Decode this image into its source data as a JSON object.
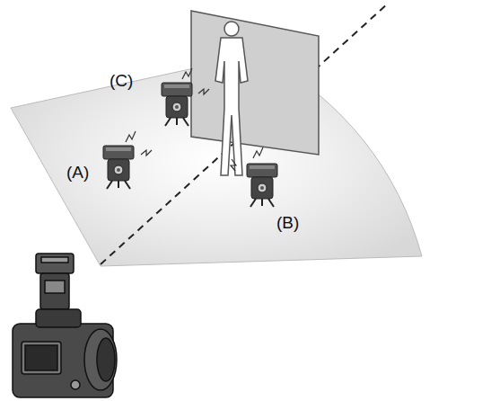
{
  "diagram": {
    "labels": [
      "(C)",
      "(A)",
      "(B)"
    ]
  }
}
